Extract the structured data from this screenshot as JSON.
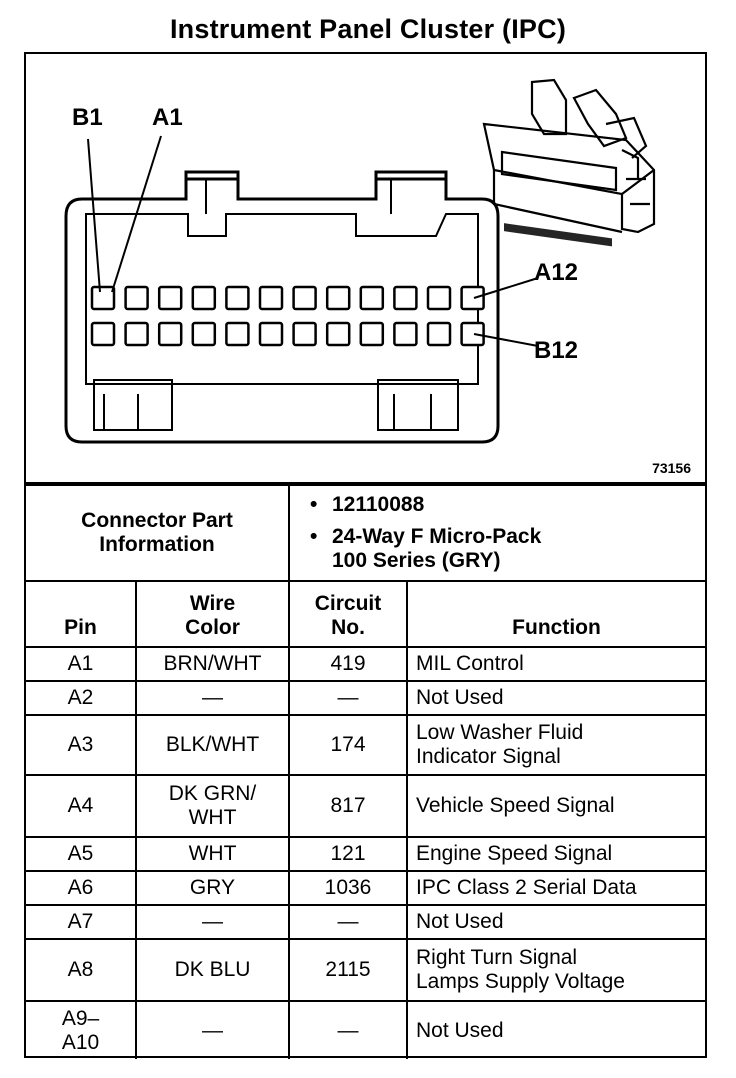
{
  "title": "Instrument Panel Cluster (IPC)",
  "diagram": {
    "figure_number": "73156",
    "pin_labels": {
      "b1": "B1",
      "a1": "A1",
      "a12": "A12",
      "b12": "B12"
    }
  },
  "connector_info": {
    "label_line1": "Connector Part",
    "label_line2": "Information",
    "part_number": "12110088",
    "description_line1": "24-Way F Micro-Pack",
    "description_line2": "100 Series (GRY)",
    "bullet": "•"
  },
  "table": {
    "headers": {
      "pin": "Pin",
      "wire_color_line1": "Wire",
      "wire_color_line2": "Color",
      "circuit_line1": "Circuit",
      "circuit_line2": "No.",
      "function": "Function"
    },
    "rows": [
      {
        "pin": "A1",
        "wire": "BRN/WHT",
        "circuit": "419",
        "function": "MIL Control"
      },
      {
        "pin": "A2",
        "wire": "—",
        "circuit": "—",
        "function": "Not Used"
      },
      {
        "pin": "A3",
        "wire": "BLK/WHT",
        "circuit": "174",
        "function_line1": "Low Washer Fluid",
        "function_line2": "Indicator Signal"
      },
      {
        "pin": "A4",
        "wire_line1": "DK GRN/",
        "wire_line2": "WHT",
        "circuit": "817",
        "function": "Vehicle Speed Signal"
      },
      {
        "pin": "A5",
        "wire": "WHT",
        "circuit": "121",
        "function": "Engine Speed Signal"
      },
      {
        "pin": "A6",
        "wire": "GRY",
        "circuit": "1036",
        "function": "IPC Class 2 Serial Data"
      },
      {
        "pin": "A7",
        "wire": "—",
        "circuit": "—",
        "function": "Not Used"
      },
      {
        "pin": "A8",
        "wire": "DK BLU",
        "circuit": "2115",
        "function_line1": "Right Turn Signal",
        "function_line2": "Lamps Supply Voltage"
      },
      {
        "pin_line1": "A9–",
        "pin_line2": "A10",
        "wire": "—",
        "circuit": "—",
        "function": "Not Used"
      }
    ]
  }
}
